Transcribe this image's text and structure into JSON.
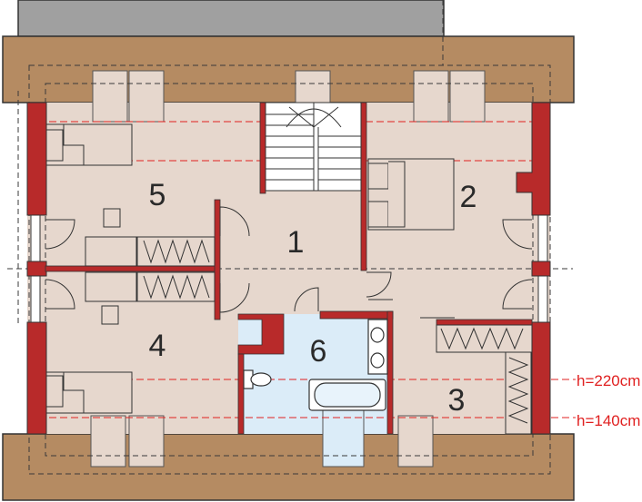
{
  "plan": {
    "rooms": [
      {
        "id": "1",
        "label": "1"
      },
      {
        "id": "2",
        "label": "2"
      },
      {
        "id": "3",
        "label": "3"
      },
      {
        "id": "4",
        "label": "4"
      },
      {
        "id": "5",
        "label": "5"
      },
      {
        "id": "6",
        "label": "6"
      }
    ],
    "height_lines": [
      {
        "label": "h=220cm"
      },
      {
        "label": "h=140cm"
      }
    ],
    "colors": {
      "roof": "#b58b62",
      "roof_top": "#a0a0a0",
      "floor": "#e6d7cd",
      "bathroom": "#dbecf8",
      "wall": "#b82a2a",
      "height_line": "#e02020",
      "outline": "#3a3a3a"
    }
  }
}
